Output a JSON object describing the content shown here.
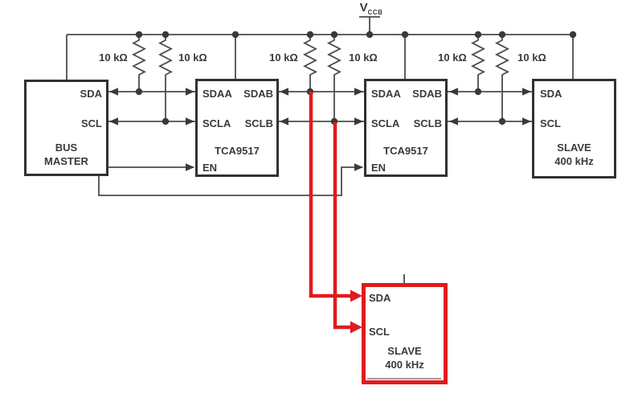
{
  "power_rail": {
    "label": "V",
    "subscript": "CCB"
  },
  "resistors": {
    "labels": [
      "10 kΩ",
      "10 kΩ",
      "10 kΩ",
      "10 kΩ",
      "10 kΩ",
      "10 kΩ"
    ]
  },
  "bus_master": {
    "pin_sda": "SDA",
    "pin_scl": "SCL",
    "name_line1": "BUS",
    "name_line2": "MASTER"
  },
  "buffer1": {
    "pin_sdaa": "SDAA",
    "pin_sdab": "SDAB",
    "pin_scla": "SCLA",
    "pin_sclb": "SCLB",
    "name": "TCA9517",
    "pin_en": "EN"
  },
  "buffer2": {
    "pin_sdaa": "SDAA",
    "pin_sdab": "SDAB",
    "pin_scla": "SCLA",
    "pin_sclb": "SCLB",
    "name": "TCA9517",
    "pin_en": "EN"
  },
  "slave_fast": {
    "pin_sda": "SDA",
    "pin_scl": "SCL",
    "name_line1": "SLAVE",
    "name_line2": "400 kHz"
  },
  "slave_added": {
    "pin_sda": "SDA",
    "pin_scl": "SCL",
    "name_line1": "SLAVE",
    "name_line2": "400 kHz"
  },
  "colors": {
    "wire": "#4c4c4e",
    "ink": "#3a3a3c",
    "highlight_red": "#e01b1e"
  }
}
